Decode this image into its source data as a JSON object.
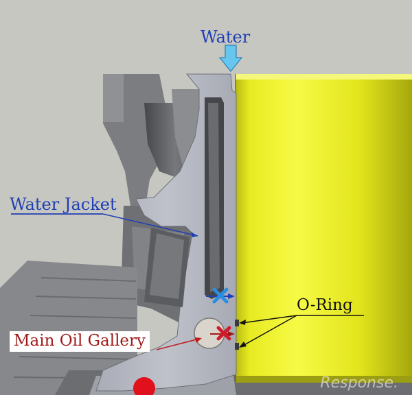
{
  "labels": {
    "water": "Water",
    "water_jacket": "Water Jacket",
    "o_ring": "O-Ring",
    "main_oil_gallery": "Main Oil Gallery",
    "watermark": "Response."
  },
  "colors": {
    "background": "#c7c7c2",
    "engine_block": "#b3b6c0",
    "engine_dark": "#5e5f62",
    "engine_mid": "#8d8e92",
    "cylinder_liner": "#e6ea1f",
    "water_label": "#1f3fb5",
    "water_arrow": "#66c6ee",
    "oil_label": "#a01818",
    "oil_gallery": "#dad5cc",
    "blocked_water_mark": "#2a8fe0",
    "blocked_oil_mark": "#d01a2a",
    "o_ring_leader": "#111111"
  },
  "icons": {
    "water_inlet": "down-arrow-icon",
    "blocked_passage": "x-mark-icon"
  }
}
